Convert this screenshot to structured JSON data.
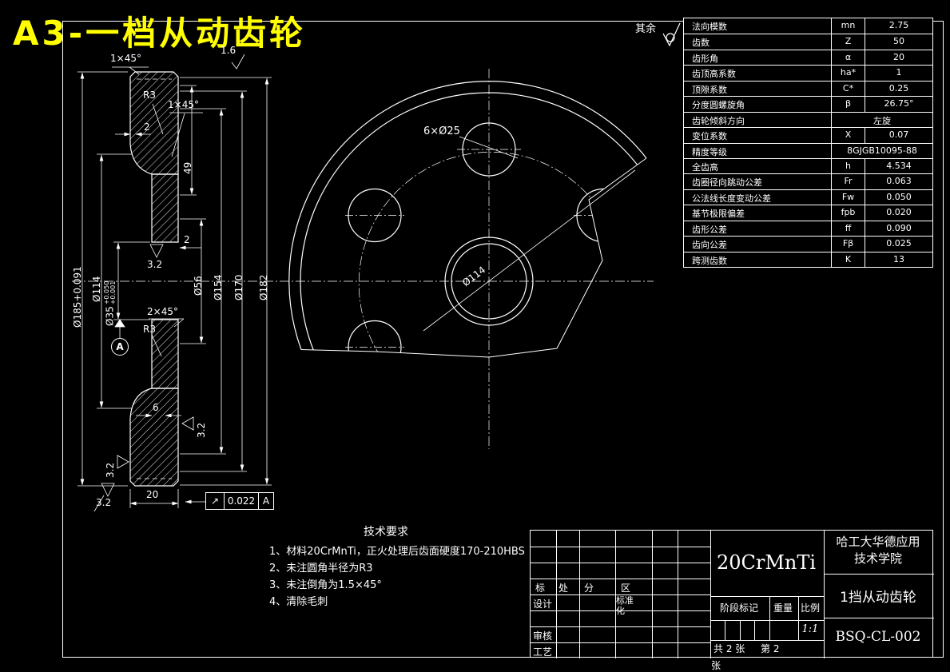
{
  "page": {
    "title": "A3-一档从动齿轮",
    "surface_note": "其余",
    "accent_color": "#ffff00",
    "line_color": "#ffffff",
    "background": "#000000"
  },
  "param_table": {
    "rows": [
      {
        "label": "法向模数",
        "sym": "mn",
        "val": "2.75"
      },
      {
        "label": "齿数",
        "sym": "Z",
        "val": "50"
      },
      {
        "label": "齿形角",
        "sym": "α",
        "val": "20"
      },
      {
        "label": "齿顶高系数",
        "sym": "ha*",
        "val": "1"
      },
      {
        "label": "顶隙系数",
        "sym": "C*",
        "val": "0.25"
      },
      {
        "label": "分度圆螺旋角",
        "sym": "β",
        "val": "26.75°"
      },
      {
        "label": "齿轮倾斜方向",
        "sym": "",
        "val": "左旋",
        "span": true
      },
      {
        "label": "变位系数",
        "sym": "X",
        "val": "0.07"
      },
      {
        "label": "精度等级",
        "sym": "",
        "val": "8GJGB10095-88",
        "span": true
      },
      {
        "label": "全齿高",
        "sym": "h",
        "val": "4.534"
      },
      {
        "label": "齿圈径向跳动公差",
        "sym": "Fr",
        "val": "0.063"
      },
      {
        "label": "公法线长度变动公差",
        "sym": "Fw",
        "val": "0.050"
      },
      {
        "label": "基节极限偏差",
        "sym": "fpb",
        "val": "0.020"
      },
      {
        "label": "齿形公差",
        "sym": "ff",
        "val": "0.090"
      },
      {
        "label": "齿向公差",
        "sym": "Fβ",
        "val": "0.025"
      },
      {
        "label": "跨测齿数",
        "sym": "K",
        "val": "13"
      }
    ]
  },
  "left_view": {
    "chamfer_top": "1×45°",
    "rough_top": "1.6",
    "r3_top": "R3",
    "chamfer_top2": "1×45°",
    "dim_2a": "2",
    "dim_49": "49",
    "dia_od": "Ø185+0.091",
    "dia_114": "Ø114",
    "bore_dia": "Ø35",
    "bore_tol_up": "+0.050",
    "bore_tol_lo": "+0.001",
    "rough_32_a": "3.2",
    "chamfer_2x45": "2×45°",
    "r3_bottom": "R3",
    "dia_56": "Ø56",
    "dia_154": "Ø154",
    "dia_170": "Ø170",
    "dia_182": "Ø182",
    "dim_2b": "2",
    "dim_6": "6",
    "rough_32_right": "3.2",
    "rough_32_left": "3.2",
    "rough_32_bottom": "3.2",
    "dim_20": "20",
    "datum_label": "A"
  },
  "gdt": {
    "symbol": "↗",
    "value": "0.022",
    "datum": "A"
  },
  "front_view": {
    "holes_label": "6×Ø25",
    "bore_label": "Ø114"
  },
  "tech_req": {
    "title": "技术要求",
    "items": [
      "1、材料20CrMnTi，正火处理后齿面硬度170-210HBS",
      "2、未注圆角半径为R3",
      "3、未注倒角为1.5×45°",
      "4、清除毛刺"
    ]
  },
  "title_block": {
    "material": "20CrMnTi",
    "org_line1": "哈工大华德应用",
    "org_line2": "技术学院",
    "part_name": "1挡从动齿轮",
    "drawing_no": "BSQ-CL-002",
    "stage_label": "阶段标记",
    "weight_label": "重量",
    "scale_label": "比例",
    "scale_value": "1:1",
    "sheets_total": "共 2 张",
    "sheet_current": "第 2",
    "sheet_overflow": "张",
    "mark_label": "标",
    "count_label": "处",
    "zone_label": "分",
    "area_label": "区",
    "design_label": "设计",
    "standard_label": "标准化",
    "audit_label": "审核",
    "process_label": "工艺"
  }
}
